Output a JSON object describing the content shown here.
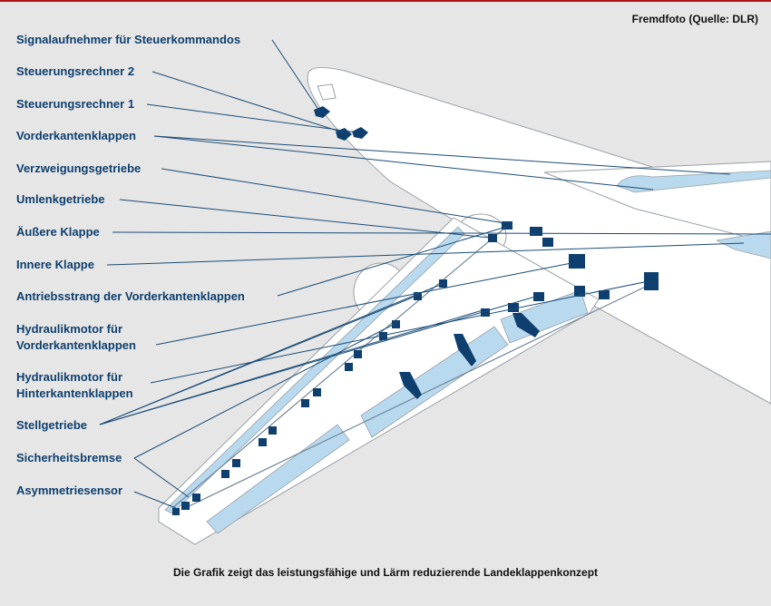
{
  "credit": "Fremdfoto (Quelle: DLR)",
  "caption": "Die Grafik zeigt das leistungsfähige und Lärm reduzierende Landeklappenkonzept",
  "colors": {
    "background": "#e6e6e6",
    "aircraft": "#ffffff",
    "flap": "#b9d9ee",
    "component": "#0e3f6e",
    "leader": "#1a4c78",
    "label": "#0e3f6e",
    "accent_line": "#b0141b"
  },
  "labels": {
    "signal": "Signalaufnehmer für Steuerkommandos",
    "rechner2": "Steuerungsrechner 2",
    "rechner1": "Steuerungsrechner 1",
    "vorderkantenklappen": "Vorderkantenklappen",
    "verzweigung": "Verzweigungsgetriebe",
    "umlenk": "Umlenkgetriebe",
    "aussere": "Äußere Klappe",
    "innere": "Innere Klappe",
    "antrieb": "Antriebsstrang der Vorderkantenklappen",
    "hydraulik_vk_1": "Hydraulikmotor für",
    "hydraulik_vk_2": "Vorderkantenklappen",
    "hydraulik_hk_1": "Hydraulikmotor für",
    "hydraulik_hk_2": "Hinterkantenklappen",
    "stell": "Stellgetriebe",
    "sicherheit": "Sicherheitsbremse",
    "asymmetrie": "Asymmetriesensor"
  }
}
